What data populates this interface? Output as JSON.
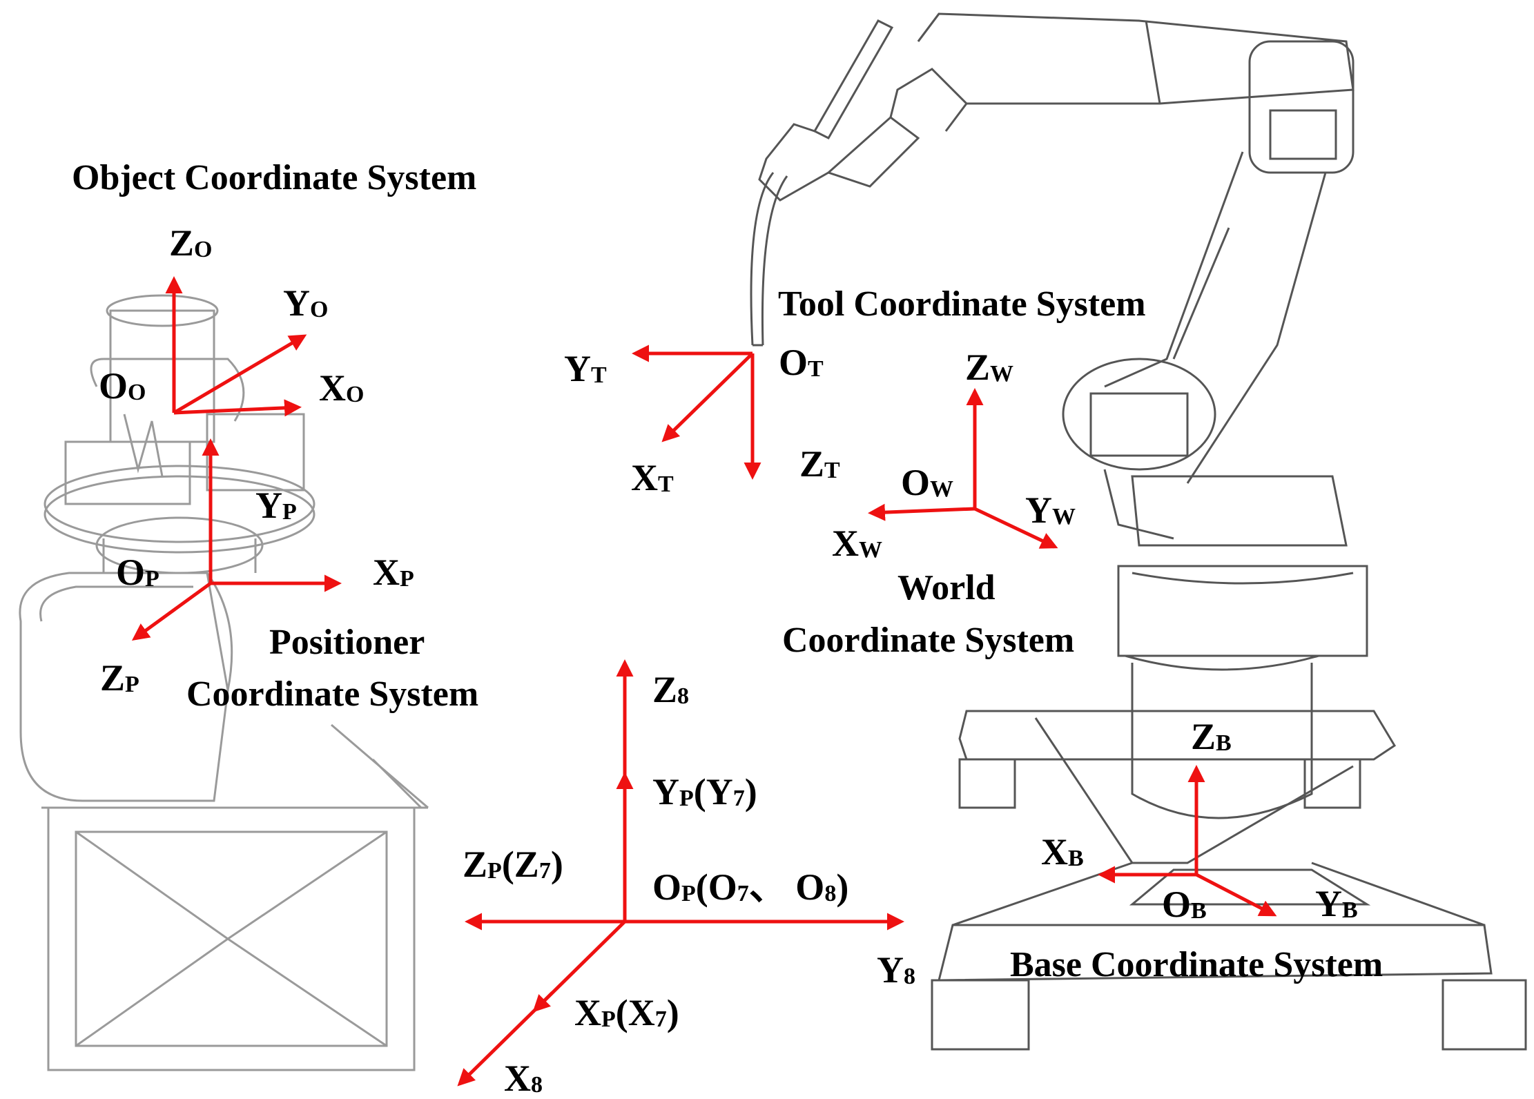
{
  "titles": {
    "object": "Object Coordinate System",
    "tool": "Tool Coordinate System",
    "world_line1": "World",
    "world_line2": "Coordinate System",
    "positioner_line1": "Positioner",
    "positioner_line2": "Coordinate System",
    "base": "Base Coordinate System"
  },
  "axes": {
    "object": {
      "origin": "O",
      "origin_sub": "O",
      "z": "Z",
      "z_sub": "O",
      "y": "Y",
      "y_sub": "O",
      "x": "X",
      "x_sub": "O"
    },
    "positioner": {
      "origin": "O",
      "origin_sub": "P",
      "x": "X",
      "x_sub": "P",
      "y": "Y",
      "y_sub": "P",
      "z": "Z",
      "z_sub": "P"
    },
    "tool": {
      "origin": "O",
      "origin_sub": "T",
      "y": "Y",
      "y_sub": "T",
      "x": "X",
      "x_sub": "T",
      "z": "Z",
      "z_sub": "T"
    },
    "world": {
      "origin": "O",
      "origin_sub": "W",
      "z": "Z",
      "z_sub": "W",
      "x": "X",
      "x_sub": "W",
      "y": "Y",
      "y_sub": "W"
    },
    "base": {
      "origin": "O",
      "origin_sub": "B",
      "z": "Z",
      "z_sub": "B",
      "x": "X",
      "x_sub": "B",
      "y": "Y",
      "y_sub": "B"
    },
    "center": {
      "z8": "Z",
      "z8_sub": "8",
      "yp_main": "Y",
      "yp_sub": "P",
      "yp_rest": "(Y",
      "yp_sub2": "7",
      "yp_close": ")",
      "zp_main": "Z",
      "zp_sub": "P",
      "zp_rest": "(Z",
      "zp_sub2": "7",
      "zp_close": ")",
      "op_main": "O",
      "op_sub": "P",
      "op_rest": "(O",
      "op_sub2": "7",
      "op_mid": "、 O",
      "op_sub3": "8",
      "op_close": ")",
      "y8": "Y",
      "y8_sub": "8",
      "xp_main": "X",
      "xp_sub": "P",
      "xp_rest": "(X",
      "xp_sub2": "7",
      "xp_close": ")",
      "x8": "X",
      "x8_sub": "8"
    }
  },
  "colors": {
    "axis": "#ee1111",
    "sketch": "#9a9a9a",
    "sketch_dark": "#555555"
  }
}
